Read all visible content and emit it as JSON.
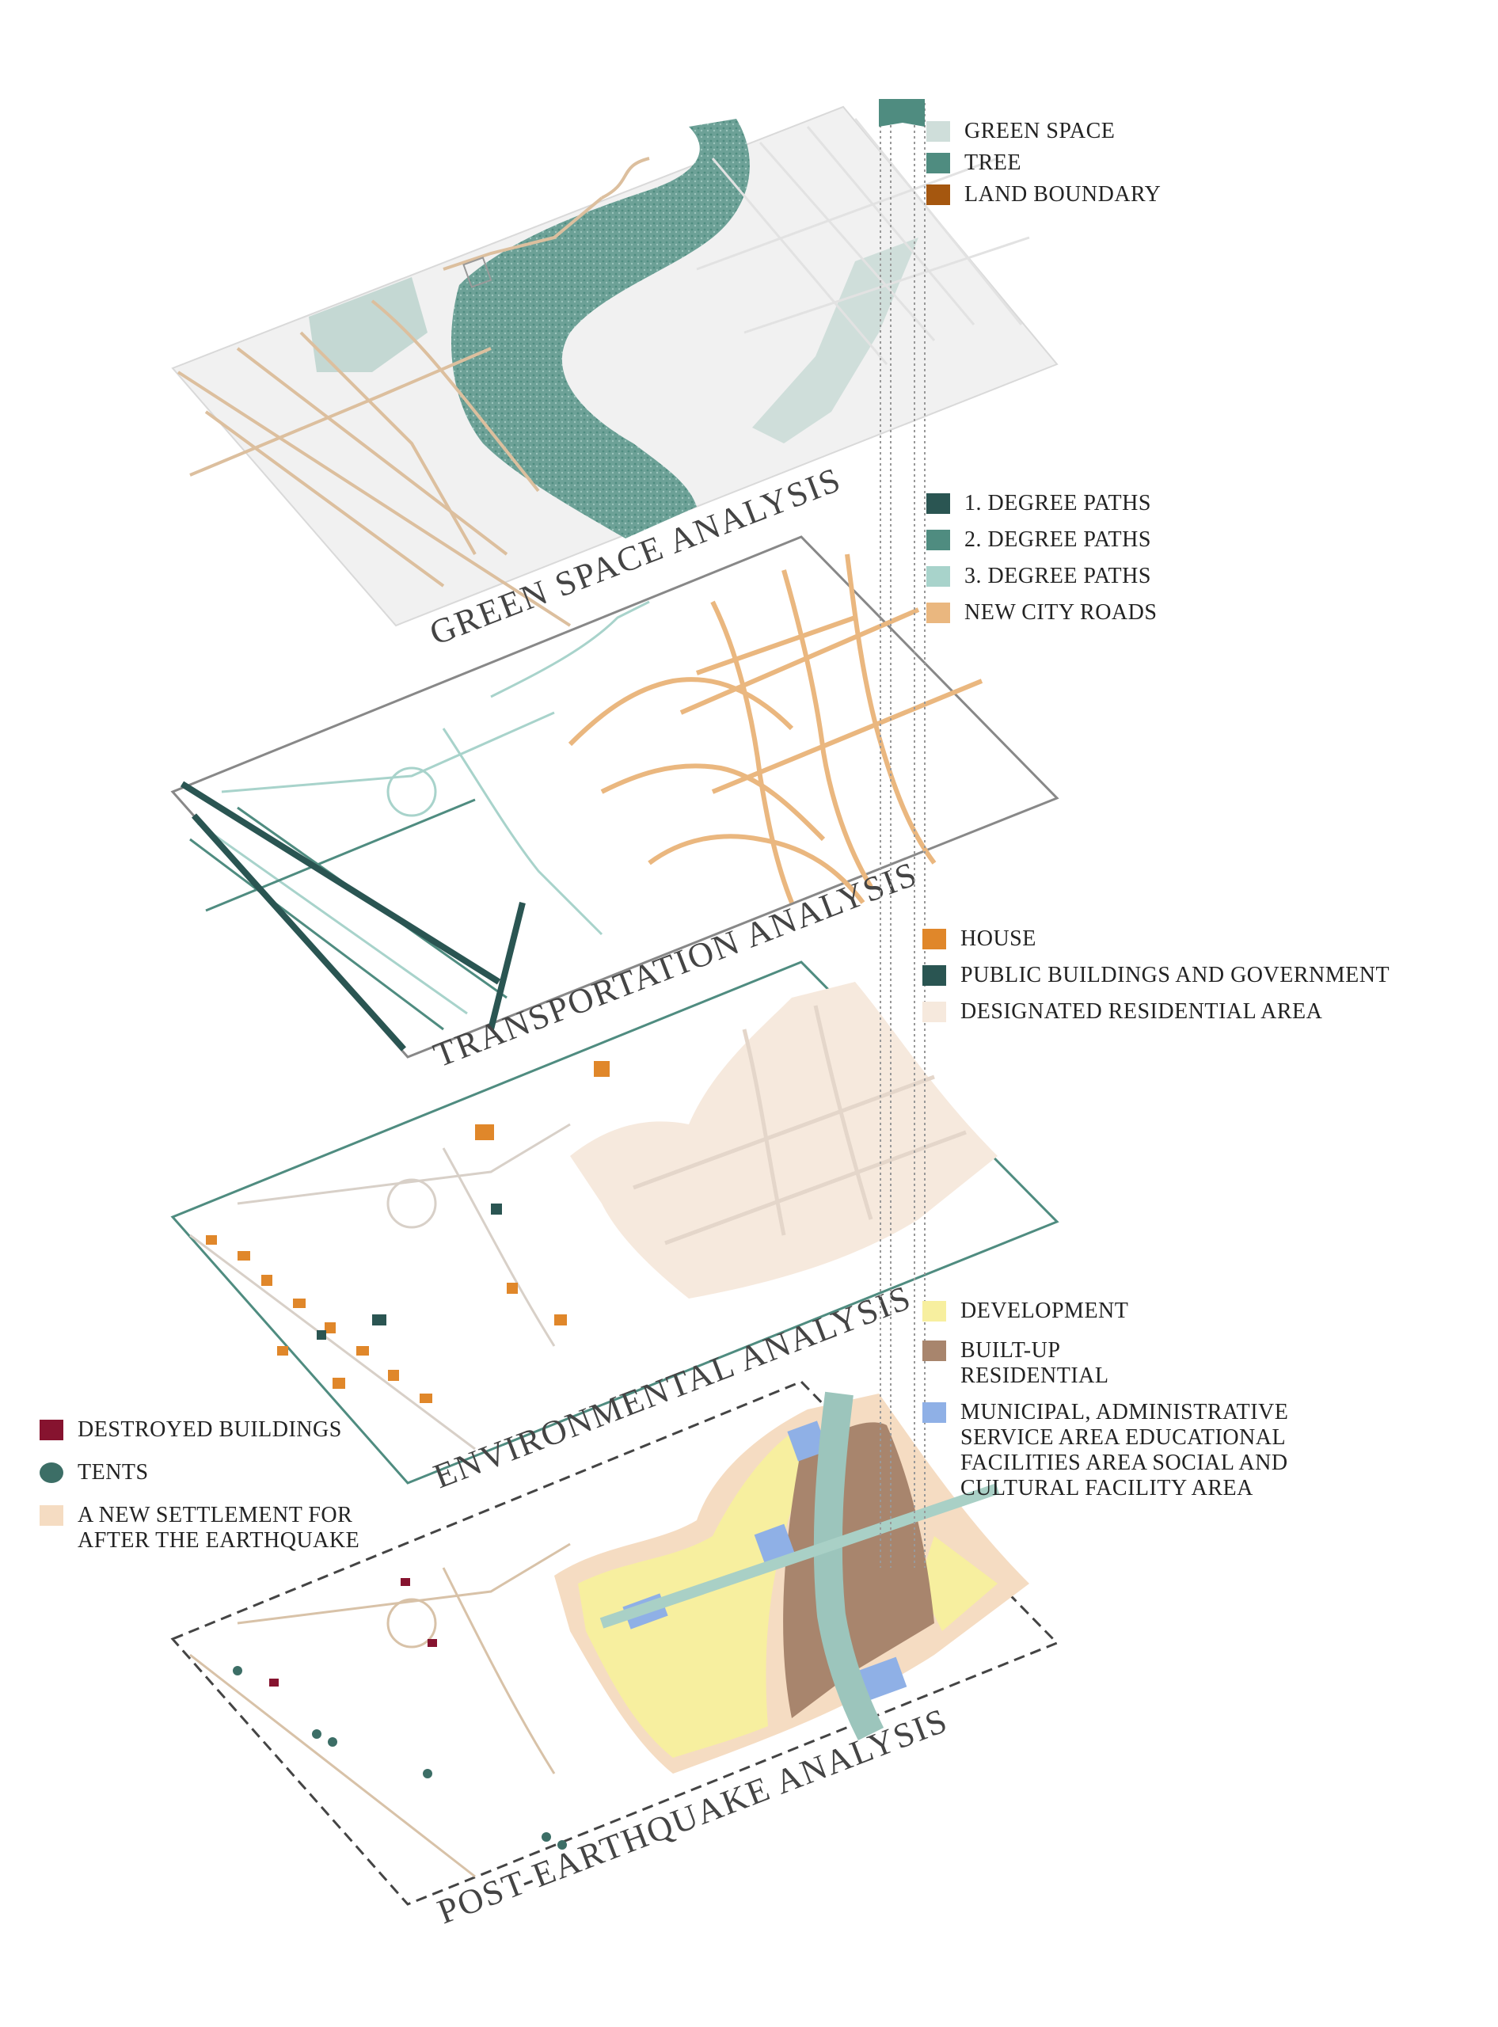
{
  "layers": [
    {
      "title": "GREEN SPACE ANALYSIS",
      "legend": [
        {
          "label": "GREEN SPACE",
          "color": "#cfdeda"
        },
        {
          "label": "TREE",
          "color": "#4f8c80"
        },
        {
          "label": "LAND BOUNDARY",
          "color": "#a5570f"
        }
      ]
    },
    {
      "title": "TRANSPORTATION ANALYSIS",
      "legend": [
        {
          "label": "1. DEGREE PATHS",
          "color": "#2a5552"
        },
        {
          "label": "2. DEGREE PATHS",
          "color": "#4f8c80"
        },
        {
          "label": "3. DEGREE PATHS",
          "color": "#a8d3cb"
        },
        {
          "label": "NEW CITY ROADS",
          "color": "#eab77f"
        }
      ]
    },
    {
      "title": "ENVIRONMENTAL ANALYSIS",
      "legend": [
        {
          "label": "HOUSE",
          "color": "#e0872a"
        },
        {
          "label": "PUBLIC BUILDINGS AND GOVERNMENT",
          "color": "#2a5552"
        },
        {
          "label": "DESIGNATED RESIDENTIAL AREA",
          "color": "#f6e9dd"
        }
      ]
    },
    {
      "title": "POST-EARTHQUAKE ANALYSIS",
      "legend": [
        {
          "label": "DEVELOPMENT",
          "color": "#f7ef9f"
        },
        {
          "label": "BUILT-UP\nRESIDENTIAL",
          "color": "#a8856d"
        },
        {
          "label": "MUNICIPAL, ADMINISTRATIVE\nSERVICE AREA EDUCATIONAL\nFACILITIES AREA SOCIAL AND\nCULTURAL FACILITY AREA",
          "color": "#8fb0e6"
        }
      ],
      "legend_left": [
        {
          "label": "DESTROYED BUILDINGS",
          "color": "#86132f"
        },
        {
          "label": "TENTS",
          "color": "#3c6e66"
        },
        {
          "label": "A NEW SETTLEMENT FOR\nAFTER THE EARTHQUAKE",
          "color": "#f5dcc2"
        }
      ]
    }
  ]
}
